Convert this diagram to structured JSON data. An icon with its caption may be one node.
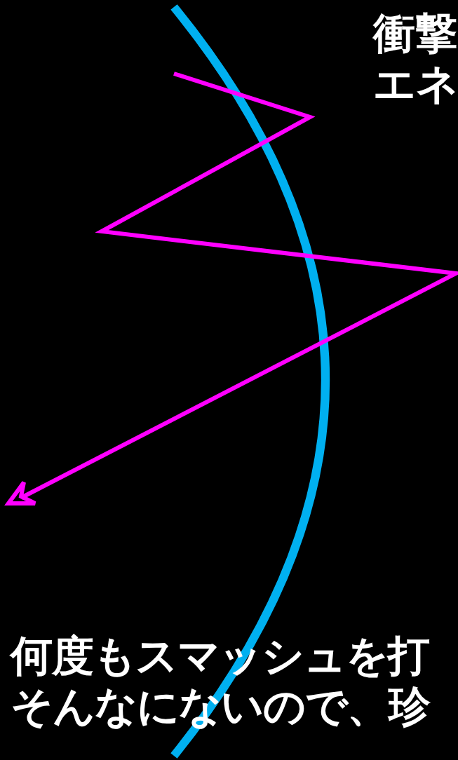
{
  "diagram": {
    "labels": [
      "衝撃",
      "エネ",
      "何度もスマッシュを打",
      "そんなにないので、珍"
    ]
  }
}
